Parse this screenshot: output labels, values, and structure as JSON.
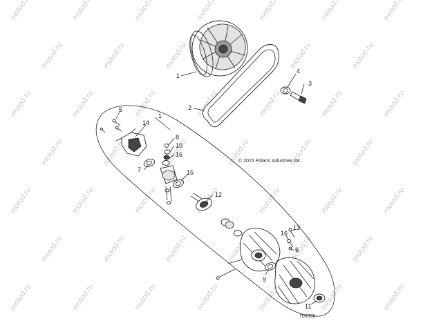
{
  "watermark_text": "motod.ru",
  "copyright": "© 2015 Polaris Industries Inc.",
  "diagram_id": "700390",
  "callouts": {
    "c1a": "1",
    "c1b": "1",
    "c2": "2",
    "c3": "3",
    "c4": "4",
    "c5": "5",
    "c6": "6",
    "c7": "7",
    "c8": "8",
    "c9": "9",
    "c10": "10",
    "c11": "11",
    "c12": "12",
    "c13": "13",
    "c14": "14",
    "c15": "15",
    "c16a": "16",
    "c16b": "16"
  }
}
